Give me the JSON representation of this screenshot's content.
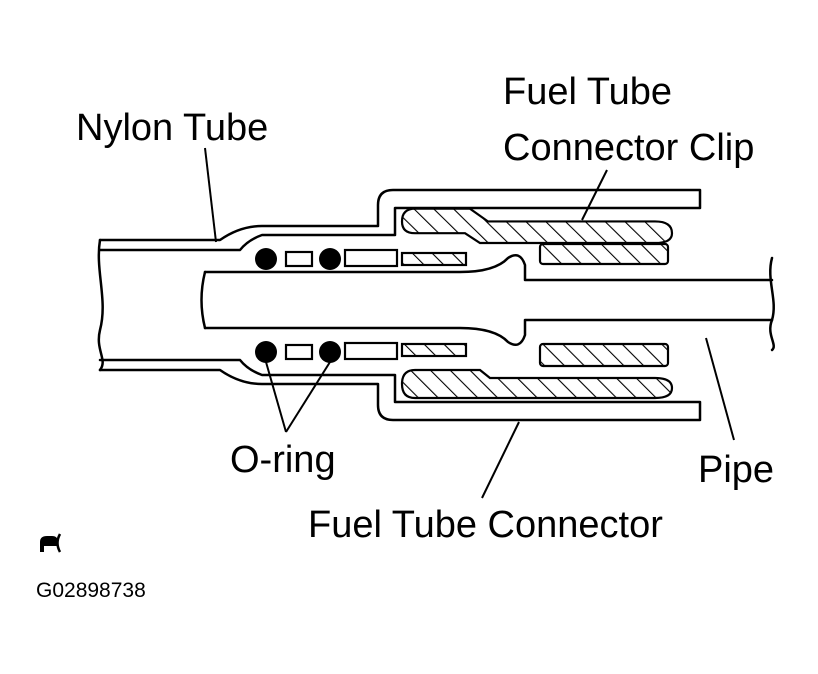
{
  "labels": {
    "nylon_tube": "Nylon Tube",
    "clip_line1": "Fuel Tube",
    "clip_line2": "Connector Clip",
    "o_ring": "O-ring",
    "pipe": "Pipe",
    "connector": "Fuel Tube Connector"
  },
  "footer": {
    "code": "G02898738"
  }
}
